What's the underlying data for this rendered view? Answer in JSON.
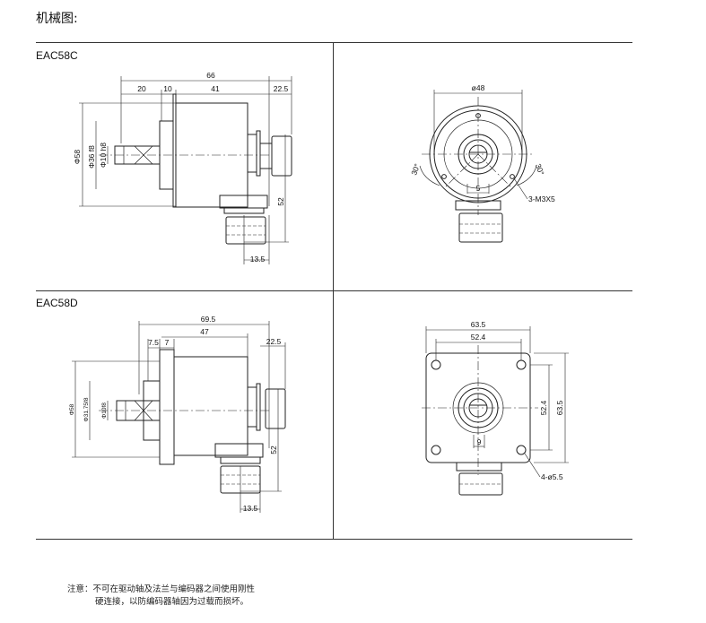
{
  "page": {
    "title": "机械图:"
  },
  "sections": [
    {
      "model": "EAC58C"
    },
    {
      "model": "EAC58D"
    }
  ],
  "dims": {
    "c_side": {
      "d66": "66",
      "d20": "20",
      "d10": "10",
      "d41": "41",
      "d225": "22.5",
      "phi58": "Φ58",
      "phi36": "Φ36 f8",
      "phi10": "Φ10 h8",
      "d52": "52",
      "d135": "13.5"
    },
    "c_front": {
      "phi48": "ø48",
      "a30l": "30°",
      "a30r": "30°",
      "d5": "5",
      "m3": "3-M3X5"
    },
    "d_side": {
      "d695": "69.5",
      "d75": "7.5",
      "d7": "7",
      "d47": "47",
      "d225": "22.5",
      "phi58": "Φ58",
      "phi3175": "Φ31.75f8",
      "phi10": "Φ10f8",
      "d52": "52",
      "d135": "13.5"
    },
    "d_front": {
      "d635": "63.5",
      "d524": "52.4",
      "v524": "52.4",
      "v635": "63.5",
      "d9": "9",
      "holes": "4-ø5.5"
    }
  },
  "note": {
    "line1": "注意：不可在驱动轴及法兰与编码器之间使用刚性",
    "line2": "硬连接，以防编码器轴因为过载而损坏。"
  }
}
